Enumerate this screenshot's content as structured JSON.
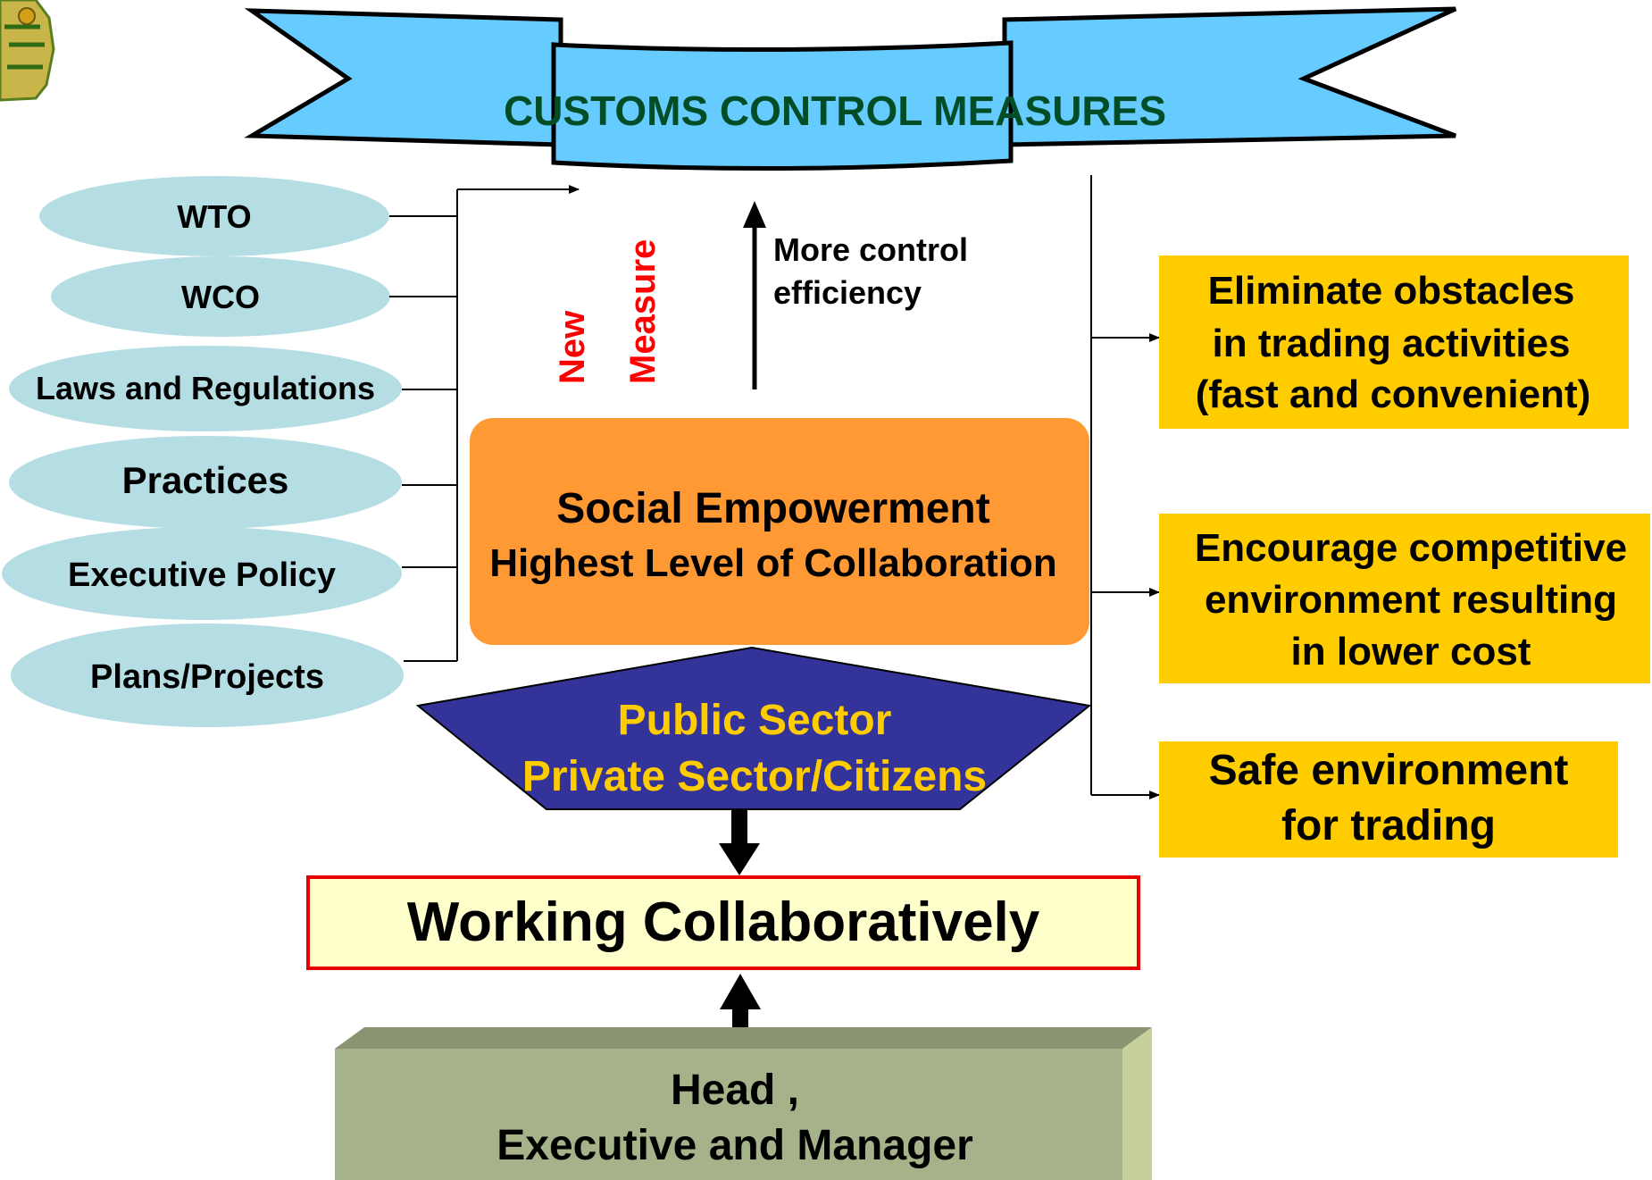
{
  "title": "CUSTOMS CONTROL MEASURES",
  "sources": [
    "WTO",
    "WCO",
    "Laws and Regulations",
    "Practices",
    "Executive Policy",
    "Plans/Projects"
  ],
  "new_measure": {
    "line1": "New",
    "line2": "Measure"
  },
  "efficiency": {
    "line1": "More control",
    "line2": "efficiency"
  },
  "core": {
    "line1": "Social Empowerment",
    "line2": "Highest Level of Collaboration"
  },
  "sectors": {
    "line1": "Public Sector",
    "line2": "Private Sector/Citizens"
  },
  "collaboration": "Working Collaboratively",
  "base": {
    "line1": "Head ,",
    "line2": "Executive and Manager"
  },
  "outcomes": [
    {
      "line1": "Eliminate obstacles",
      "line2": "in trading activities",
      "line3": "(fast and convenient)"
    },
    {
      "line1": "Encourage competitive",
      "line2": "environment resulting",
      "line3": "in lower cost"
    },
    {
      "line1": "Safe environment",
      "line2": "for trading"
    }
  ],
  "colors": {
    "banner": "#66ccff",
    "title_text": "#004d26",
    "ellipse": "#b5dee4",
    "core": "#ff9933",
    "sectors": "#333399",
    "sectors_text": "#ffcc00",
    "outcome_box": "#ffcc00",
    "collab_fill": "#ffffcc",
    "collab_border": "#e60000",
    "base_front": "#a6b38a",
    "new_measure_text": "#ff0000"
  }
}
